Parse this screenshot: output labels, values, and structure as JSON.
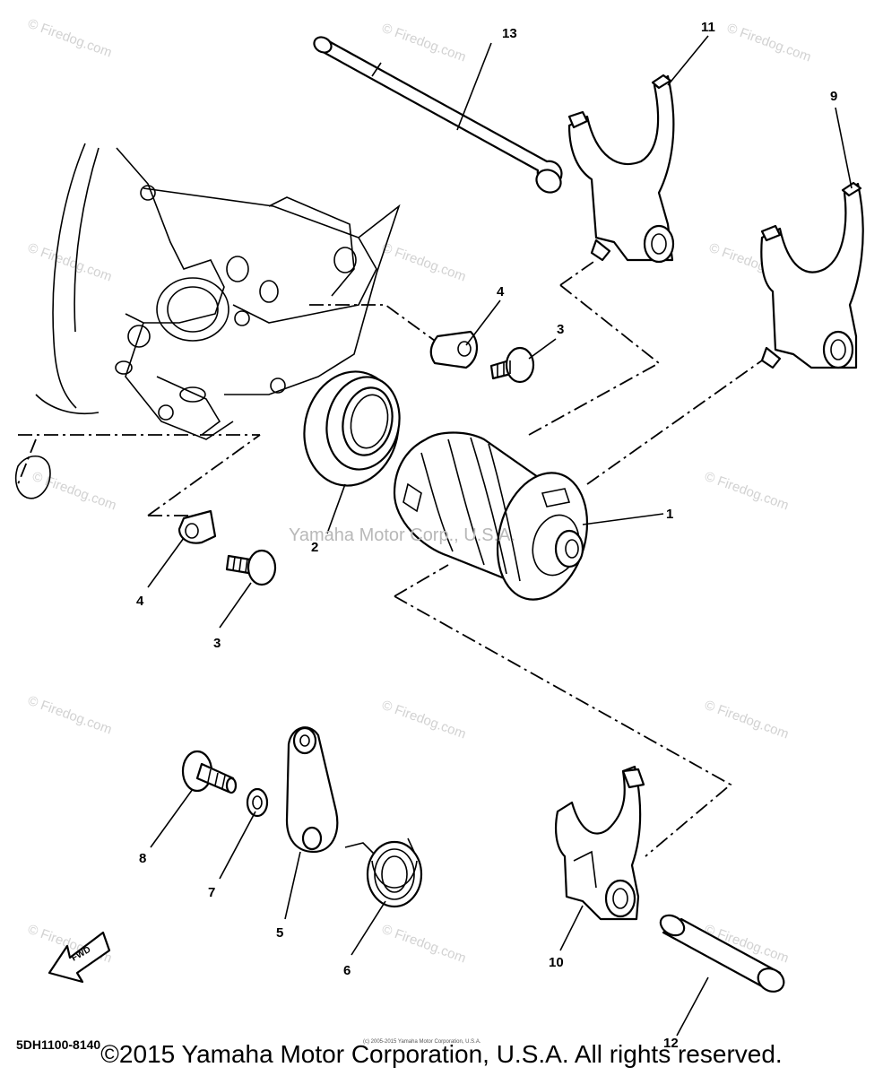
{
  "diagram": {
    "code": "5DH1100-8140",
    "watermark": "© Firedog.com",
    "center_watermark": "Yamaha Motor Corp., U.S.A.",
    "small_copyright": "(c) 2005-2015 Yamaha Motor Corporation, U.S.A.",
    "fwd_label": "FWD",
    "callouts": [
      {
        "id": "c1",
        "label": "1"
      },
      {
        "id": "c2",
        "label": "2"
      },
      {
        "id": "c3a",
        "label": "3"
      },
      {
        "id": "c3b",
        "label": "3"
      },
      {
        "id": "c4a",
        "label": "4"
      },
      {
        "id": "c4b",
        "label": "4"
      },
      {
        "id": "c5",
        "label": "5"
      },
      {
        "id": "c6",
        "label": "6"
      },
      {
        "id": "c7",
        "label": "7"
      },
      {
        "id": "c8",
        "label": "8"
      },
      {
        "id": "c9",
        "label": "9"
      },
      {
        "id": "c10",
        "label": "10"
      },
      {
        "id": "c11",
        "label": "11"
      },
      {
        "id": "c12",
        "label": "12"
      },
      {
        "id": "c13",
        "label": "13"
      }
    ]
  },
  "footer": {
    "copyright": "©2015 Yamaha Motor Corporation, U.S.A. All rights reserved."
  }
}
